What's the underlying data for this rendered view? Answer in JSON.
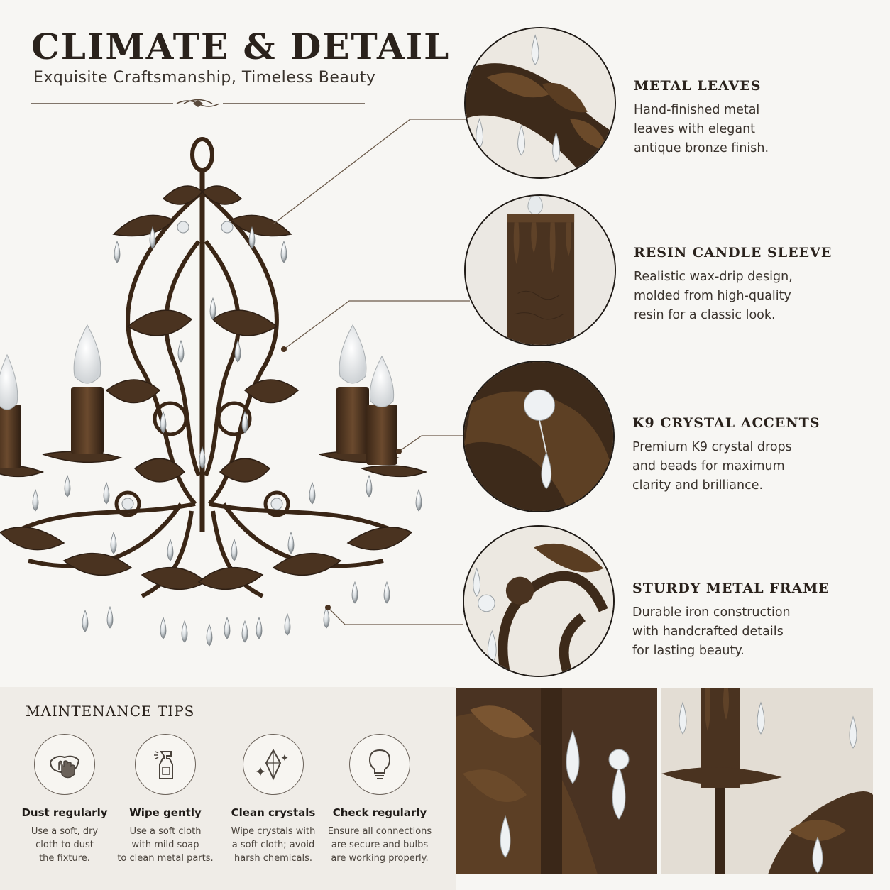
{
  "header": {
    "title": "CLIMATE & DETAIL",
    "subtitle": "Exquisite Craftsmanship, Timeless Beauty"
  },
  "features": [
    {
      "title": "METAL LEAVES",
      "description": "Hand-finished metal\nleaves with elegant\nantique bronze finish."
    },
    {
      "title": "RESIN CANDLE SLEEVE",
      "description": "Realistic wax-drip design,\nmolded from high-quality\nresin for a classic look."
    },
    {
      "title": "K9 CRYSTAL ACCENTS",
      "description": "Premium K9 crystal drops\nand beads for maximum\nclarity and brilliance."
    },
    {
      "title": "STURDY METAL FRAME",
      "description": "Durable iron construction\nwith handcrafted details\nfor lasting beauty."
    }
  ],
  "maintenance": {
    "title": "MAINTENANCE TIPS",
    "tips": [
      {
        "icon": "cloth-hand-icon",
        "title": "Dust regularly",
        "description": "Use a soft, dry\ncloth to dust\nthe fixture."
      },
      {
        "icon": "spray-bottle-icon",
        "title": "Wipe gently",
        "description": "Use a soft cloth\nwith mild soap\nto clean metal parts."
      },
      {
        "icon": "crystal-icon",
        "title": "Clean crystals",
        "description": "Wipe crystals with\na soft cloth; avoid\nharsh chemicals."
      },
      {
        "icon": "light-bulb-icon",
        "title": "Check regularly",
        "description": "Ensure all connections\nare secure and bulbs\nare working properly."
      }
    ]
  },
  "colors": {
    "background": "#f7f6f3",
    "bronze": "#4a3320",
    "bronze_dark": "#2e1f14",
    "text": "#2a221c",
    "panel": "#efece7"
  }
}
